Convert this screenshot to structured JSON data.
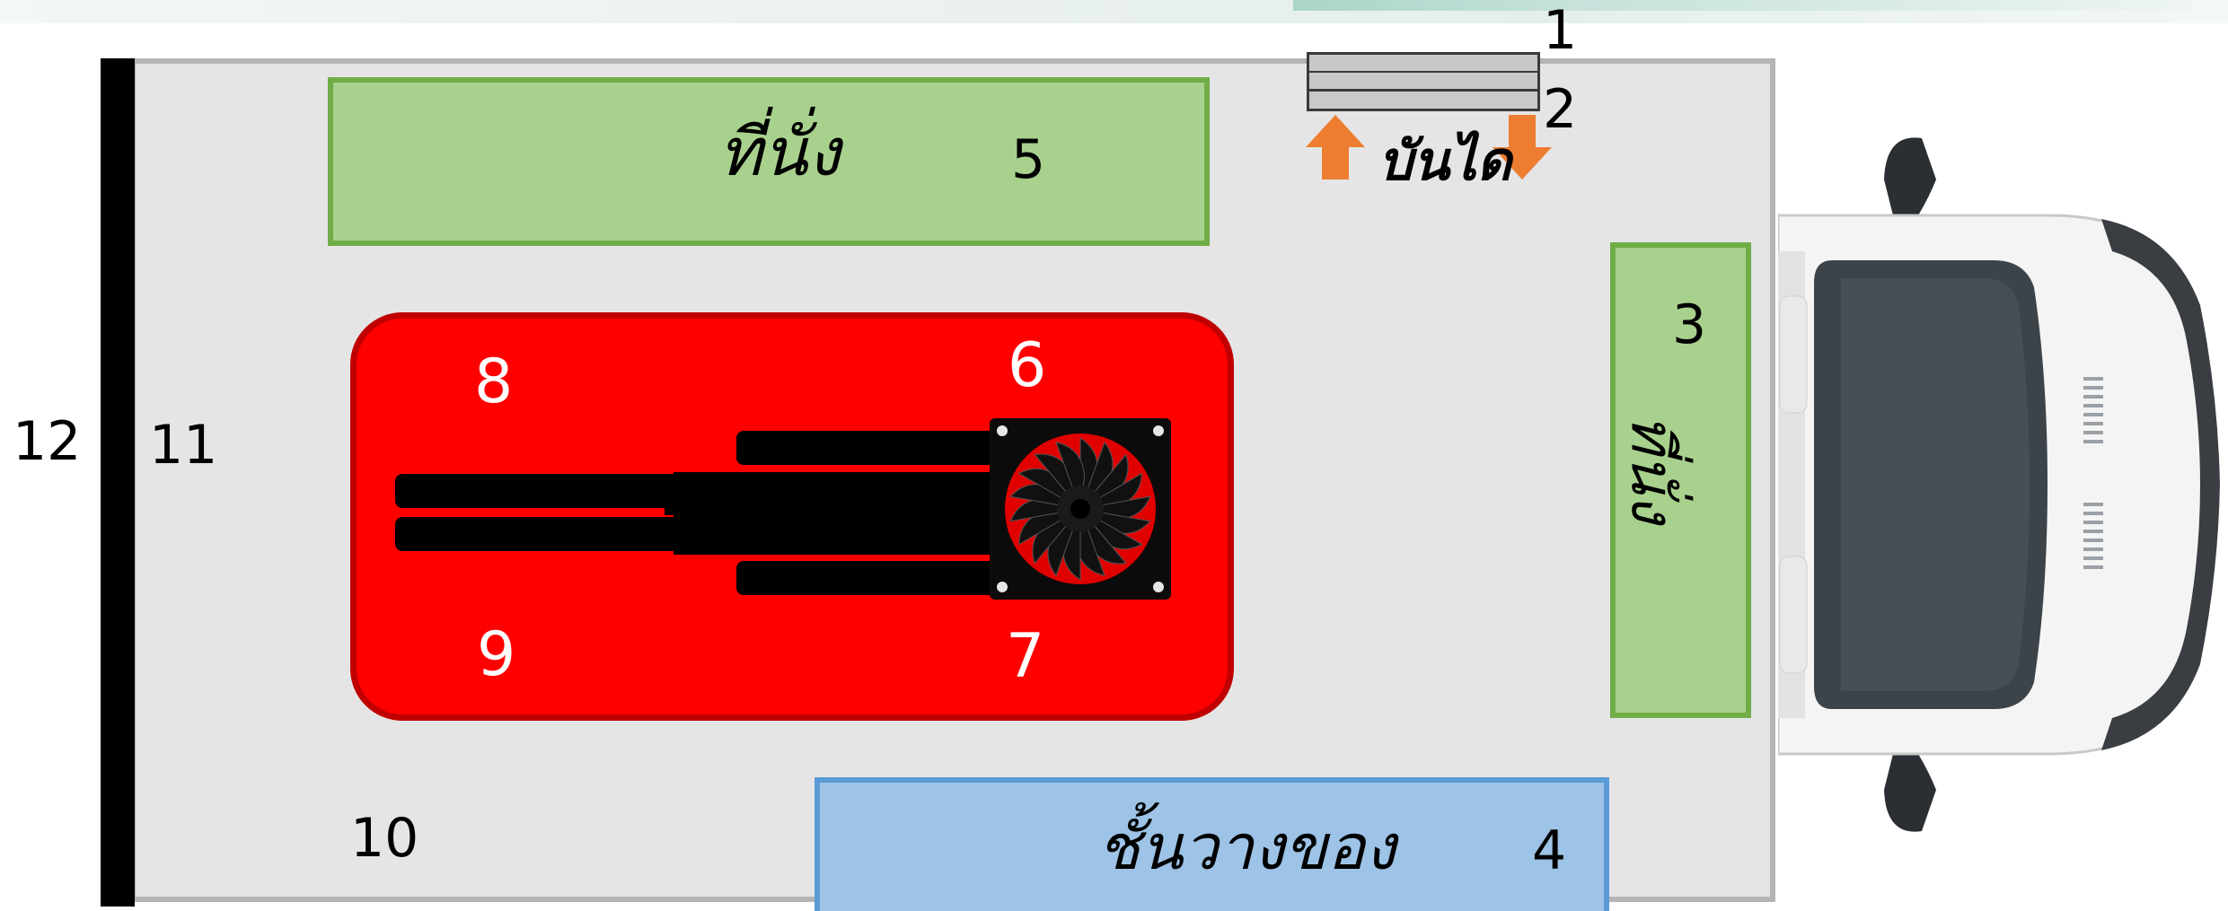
{
  "colors": {
    "floor": "#e5e5e6",
    "floor_border": "#b5b5b5",
    "seat_fill": "#a9d18e",
    "seat_border": "#70ad47",
    "shelf_fill": "#9dc3e6",
    "shelf_border": "#5b9bd5",
    "table_fill": "#ff0000",
    "table_border": "#c00000",
    "arrow": "#ed7d31"
  },
  "zones": {
    "seat_label": "ที่นั่ง",
    "side_seat_label": "ที่นั่ง",
    "stairs_label": "บันได",
    "shelf_label": "ชั้นวางของ"
  },
  "numbers": {
    "n1": "1",
    "n2": "2",
    "n3": "3",
    "n4": "4",
    "n5": "5",
    "n6": "6",
    "n7": "7",
    "n8": "8",
    "n9": "9",
    "n10": "10",
    "n11": "11",
    "n12": "12"
  },
  "icons": {
    "arrow_up": "arrow-up-icon",
    "arrow_down": "arrow-down-icon",
    "fan": "fan-icon",
    "truck": "truck-cab-icon",
    "stairs": "stairs-icon"
  }
}
